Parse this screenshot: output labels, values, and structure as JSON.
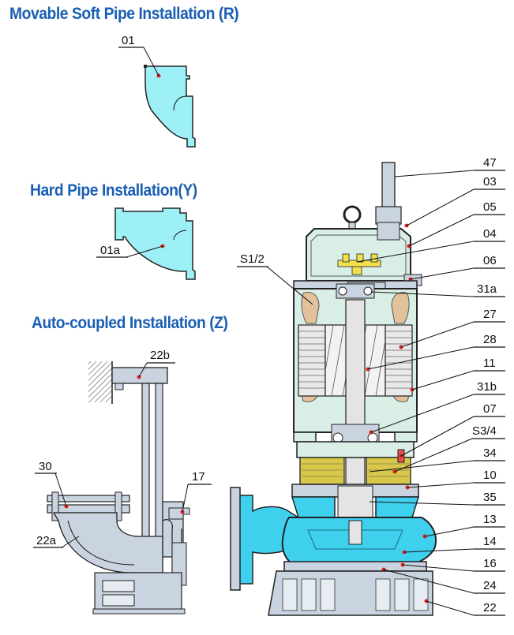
{
  "titles": {
    "movable": "Movable Soft Pipe Installation (R)",
    "hard": "Hard Pipe  Installation(Y)",
    "auto": "Auto-coupled Installation (Z)"
  },
  "labels": {
    "p01": "01",
    "p01a": "01a",
    "p22b": "22b",
    "p30": "30",
    "p22a": "22a",
    "p17": "17",
    "p47": "47",
    "p03": "03",
    "p05": "05",
    "p04": "04",
    "p06": "06",
    "pS12": "S1/2",
    "p31a": "31a",
    "p27": "27",
    "p28": "28",
    "p11": "11",
    "p31b": "31b",
    "p07": "07",
    "pS34": "S3/4",
    "p34": "34",
    "p10": "10",
    "p35": "35",
    "p13": "13",
    "p14": "14",
    "p16": "16",
    "p24": "24",
    "p22": "22"
  },
  "colors": {
    "title": "#1a5fb4",
    "body": "#d9efe6",
    "water": "#3fd0ee",
    "pipe_cyan": "#9df0f6",
    "steel": "#c9d4e0",
    "oil": "#d8c84a",
    "winding": "#e9e9e9",
    "coil": "#e2c29a",
    "red": "#d8201e",
    "yellow": "#f2e14a"
  }
}
